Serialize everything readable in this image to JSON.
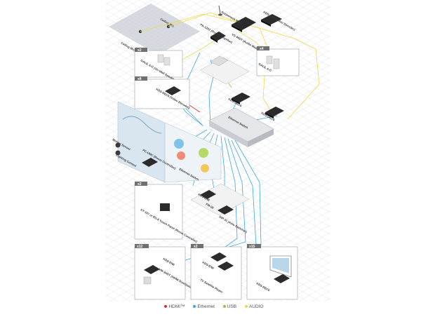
{
  "colors": {
    "hdmi": "#d9302f",
    "ethernet": "#3ba8dc",
    "usb": "#9dbf3a",
    "audio": "#f2d64b",
    "device": "#2b2b2b",
    "grid": "#e6e9ee",
    "room_border": "#9aa0a6",
    "badge": "#707070"
  },
  "labels": {
    "ceiling_mic_room": "Ceiling Mic",
    "ceiling_mic": "Ceiling Mic",
    "gooseneck_mic": "Gooseneck Mic",
    "amp_top": "PA-120Z (Power Amplifier)",
    "matrix": "VS-44DT (Audio Matrix)",
    "kds_ew_top": "KDS-EN6 (Video Decoder)",
    "badge_speakers": "x2",
    "speakers": "GALIL 6-O (On-Wall Speakers)",
    "badge_rack": "x4",
    "rack": "GALIL 6-O",
    "badge_projector": "x8",
    "projector_dec": "KDS-DEC6 (Video Decoder)",
    "kds_dec_mid": "KDS-DEC6",
    "kds_dec_right": "KDS-DEC6",
    "switch": "Ethernet Switch",
    "motion": "Motion Sensor",
    "pc_control": "PC-UMC (Room Controller)",
    "lighting": "Lighting Control",
    "ethernet_switch_small": "Ethernet Switch",
    "badge_touch": "x2",
    "touch": "KT-107 or RS-8 Touch Panel (Room Controller)",
    "kds_enc": "KDS-EN6",
    "kds_enc2": "FM-20",
    "vp_switch": "DIP-31 (Auto Switcher)",
    "badge_b1": "x12",
    "b1_dev1": "KDS-EN6",
    "b1_dev2": "VM-3HDT (HDMI Distribution Amplifier)",
    "badge_b2": "x2",
    "b2_dev": "KDS-EN6",
    "b2_player": "TV Satellite Player",
    "badge_b3": "x15",
    "b3_dev": "KDS-DEC6"
  },
  "legend": [
    {
      "label": "HDMI™",
      "color": "#d9302f"
    },
    {
      "label": "Ethernet",
      "color": "#3ba8dc"
    },
    {
      "label": "USB",
      "color": "#9dbf3a"
    },
    {
      "label": "AUDIO",
      "color": "#f2d64b"
    }
  ]
}
